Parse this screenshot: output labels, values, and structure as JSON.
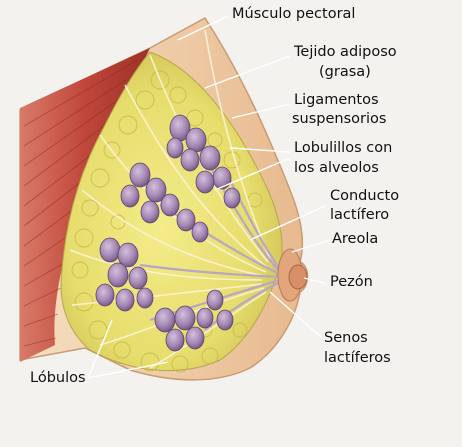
{
  "labels": {
    "pectoral": "Músculo pectoral",
    "adipose_1": "Tejido adiposo",
    "adipose_2": "(grasa)",
    "ligaments_1": "Ligamentos",
    "ligaments_2": "suspensorios",
    "lobules_alveoli_1": "Lobulillos con",
    "lobules_alveoli_2": "los alveolos",
    "duct_1": "Conducto",
    "duct_2": "lactífero",
    "areola": "Areola",
    "nipple": "Pezón",
    "sinuses_1": "Senos",
    "sinuses_2": "lactíferos",
    "lobes": "Lóbulos"
  },
  "colors": {
    "background": "#f4f2ef",
    "muscle": "#c0473a",
    "skin": "#f0d0a8",
    "fat": "#e9e27a",
    "lobule": "#9a7aa8",
    "duct": "#b9a6c4",
    "leader": "#ffffff"
  }
}
